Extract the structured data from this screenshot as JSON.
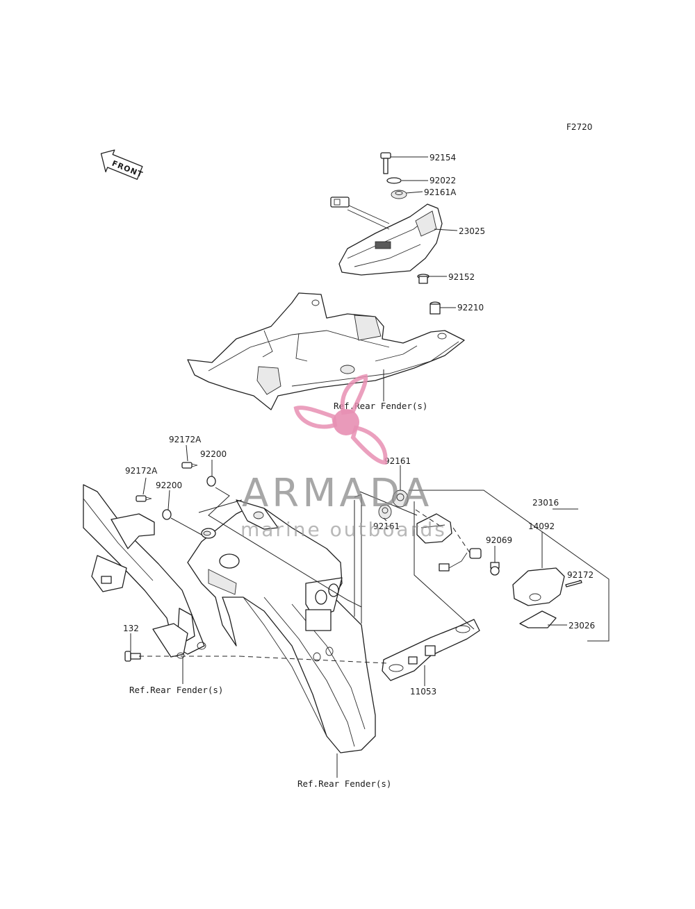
{
  "diagram_code": "F2720",
  "front_label": "FRONT",
  "watermark": {
    "brand": "ARMADA",
    "tagline": "marine outboards",
    "accent_color": "#e78fb3"
  },
  "parts": {
    "p92154": "92154",
    "p92022": "92022",
    "p92161A": "92161A",
    "p23025": "23025",
    "p92152": "92152",
    "p92210": "92210",
    "p92172A_1": "92172A",
    "p92172A_2": "92172A",
    "p92200_1": "92200",
    "p92200_2": "92200",
    "p92161_1": "92161",
    "p92161_2": "92161",
    "p23016": "23016",
    "p92069": "92069",
    "p14092": "14092",
    "p92172": "92172",
    "p23026": "23026",
    "p132": "132",
    "p11053": "11053"
  },
  "refs": {
    "ref_top": "Ref.Rear Fender(s)",
    "ref_left": "Ref.Rear Fender(s)",
    "ref_bottom": "Ref.Rear Fender(s)"
  }
}
